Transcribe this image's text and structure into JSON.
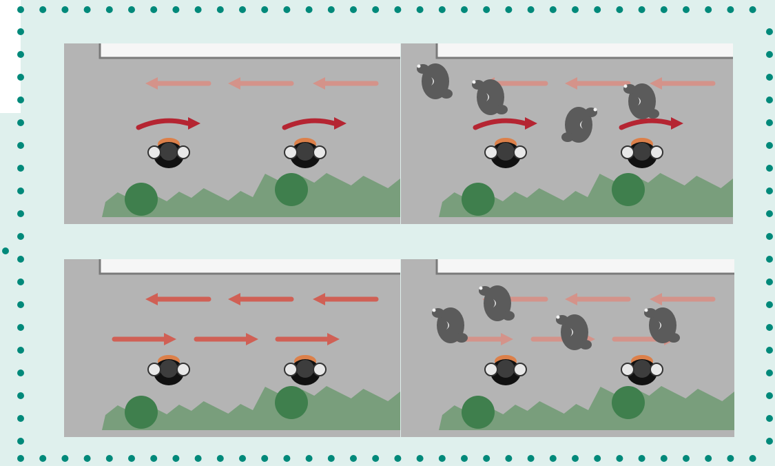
{
  "colors": {
    "background_light": "#dff0ed",
    "background_white": "#ffffff",
    "dot_border": "#00897a",
    "street_gray": "#b4b4b4",
    "sidewalk_white": "#f6f6f6",
    "curb_line": "#7a7a7a",
    "arrow_faded": "#d4938a",
    "arrow_medium": "#d06055",
    "arrow_dark": "#b52532",
    "grass": "#6f9a72",
    "bush": "#3f7f4d",
    "officer_head": "#3d3d3d",
    "officer_body": "#111111",
    "officer_hat": "#e07a3e",
    "officer_hands": "#e8e8e8",
    "pedestrian_body": "#5b5b5b",
    "pedestrian_face": "#f2f2f2"
  },
  "panels": [
    {
      "id": "top-left",
      "officers": 2,
      "pedestrians": 0,
      "flow_right": "curved",
      "flow_left": "faded"
    },
    {
      "id": "top-right",
      "officers": 2,
      "pedestrians": 4,
      "flow_right": "curved",
      "flow_left": "faded"
    },
    {
      "id": "bottom-left",
      "officers": 2,
      "pedestrians": 0,
      "flow_right": "straight",
      "flow_left": "solid"
    },
    {
      "id": "bottom-right",
      "officers": 2,
      "pedestrians": 4,
      "flow_right": "straight-faded",
      "flow_left": "faded"
    }
  ]
}
